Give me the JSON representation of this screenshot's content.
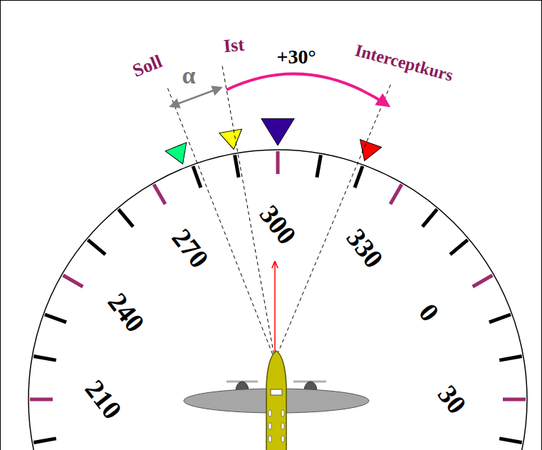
{
  "diagram": {
    "labels": [
      "Soll",
      "Ist",
      "α",
      "+30°",
      "Interceptkurs",
      "210",
      "240",
      "270",
      "300",
      "330",
      "0",
      "30"
    ]
  }
}
